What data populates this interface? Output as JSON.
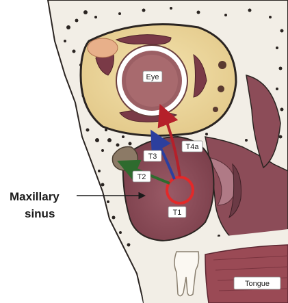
{
  "diagram": {
    "labels": {
      "eye": "Eye",
      "t1": "T1",
      "t2": "T2",
      "t3": "T3",
      "t4a": "T4a",
      "tongue": "Tongue",
      "maxillary_line1": "Maxillary",
      "maxillary_line2": "sinus"
    },
    "colors": {
      "t1_ring": "#e32929",
      "t2_arrow": "#2e6b2e",
      "t3_arrow": "#2c3f9e",
      "t4a_arrow": "#b5202a",
      "sinus": "#8a4b57",
      "orbit_fat": "#ecd79d",
      "bone": "#f3efe7",
      "marrow": "#2a2421"
    }
  }
}
